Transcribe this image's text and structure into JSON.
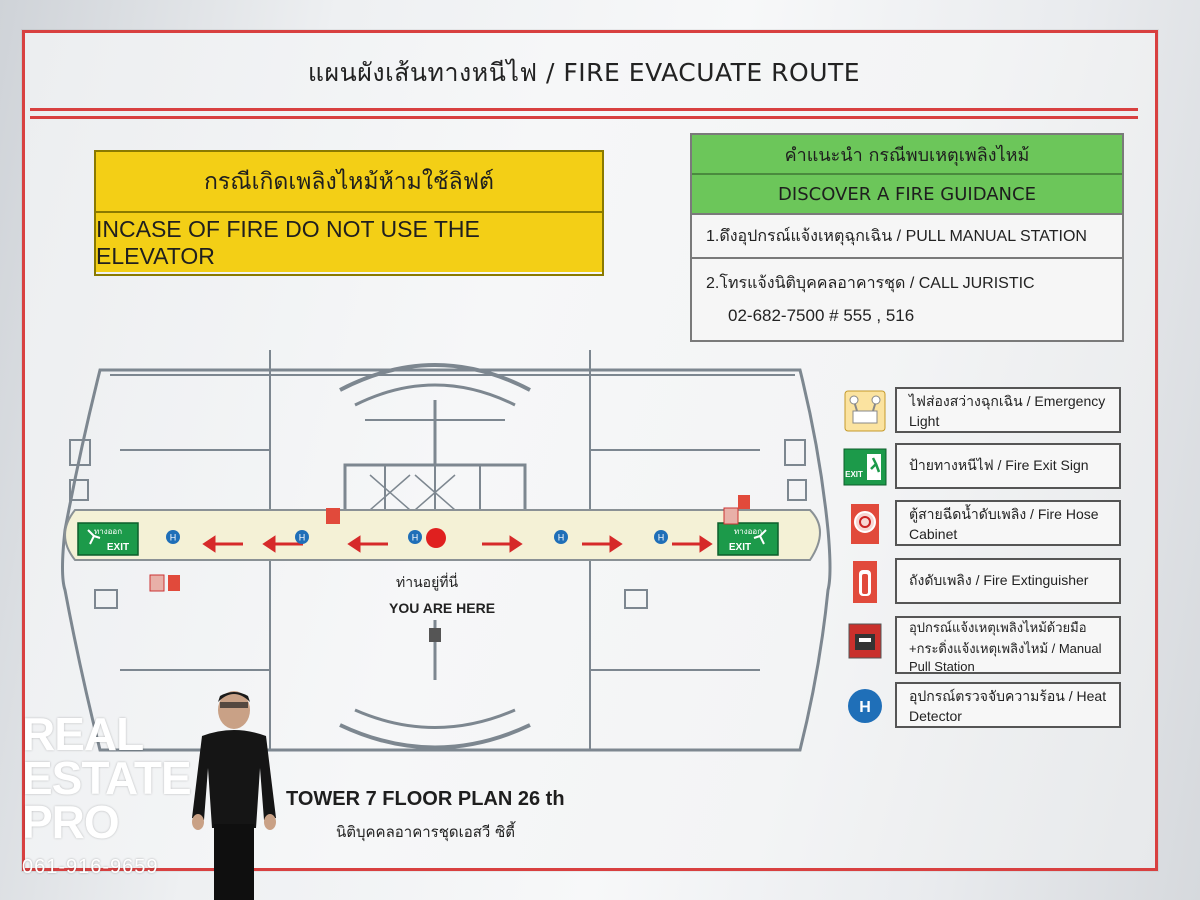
{
  "title": "แผนผังเส้นทางหนีไฟ  / FIRE EVACUATE ROUTE",
  "warning": {
    "thai": "กรณีเกิดเพลิงไหม้ห้ามใช้ลิฟต์",
    "english": "INCASE OF FIRE DO NOT USE THE ELEVATOR",
    "color": "#f3cf16"
  },
  "guidance": {
    "heading_thai": "คำแนะนำ กรณีพบเหตุเพลิงไหม้",
    "heading_english": "DISCOVER A FIRE GUIDANCE",
    "step1": "1.ดึงอุปกรณ์แจ้งเหตุฉุกเฉิน / PULL MANUAL STATION",
    "step2": "2.โทรแจ้งนิติบุคคลอาคารชุด / CALL JURISTIC",
    "phone": "02-682-7500  # 555 , 516",
    "color": "#6cc65a"
  },
  "floor_plan": {
    "exit_sign_thai": "ทางออก",
    "exit_sign_english": "EXIT",
    "you_are_here_thai": "ท่านอยู่ที่นี่",
    "you_are_here_english": "YOU ARE HERE",
    "heat_detector_symbol": "H",
    "caption": "TOWER 7  FLOOR PLAN  26 th",
    "caption_thai": "นิติบุคคลอาคารชุดเอสวี ซิตี้"
  },
  "legend": [
    {
      "icon": "emergency-light-icon",
      "label": "ไฟส่องสว่างฉุกเฉิน / Emergency Light"
    },
    {
      "icon": "fire-exit-sign-icon",
      "label": "ป้ายทางหนีไฟ / Fire Exit Sign"
    },
    {
      "icon": "fire-hose-cabinet-icon",
      "label": "ตู้สายฉีดน้ำดับเพลิง / Fire Hose Cabinet"
    },
    {
      "icon": "fire-extinguisher-icon",
      "label": "ถังดับเพลิง / Fire Extinguisher"
    },
    {
      "icon": "manual-pull-station-icon",
      "label": "อุปกรณ์แจ้งเหตุเพลิงไหม้ด้วยมือ +กระดิ่งแจ้งเหตุเพลิงไหม้ / Manual Pull Station"
    },
    {
      "icon": "heat-detector-icon",
      "label": "อุปกรณ์ตรวจจับความร้อน / Heat Detector"
    }
  ],
  "watermark": {
    "brand": "REAL ESTATE PRO",
    "phone": "061-916-9659"
  },
  "colors": {
    "frame_red": "#d84040",
    "route_green": "#1c9a4a",
    "arrow_red": "#d62a2a",
    "detector_blue": "#1f6fb8"
  }
}
